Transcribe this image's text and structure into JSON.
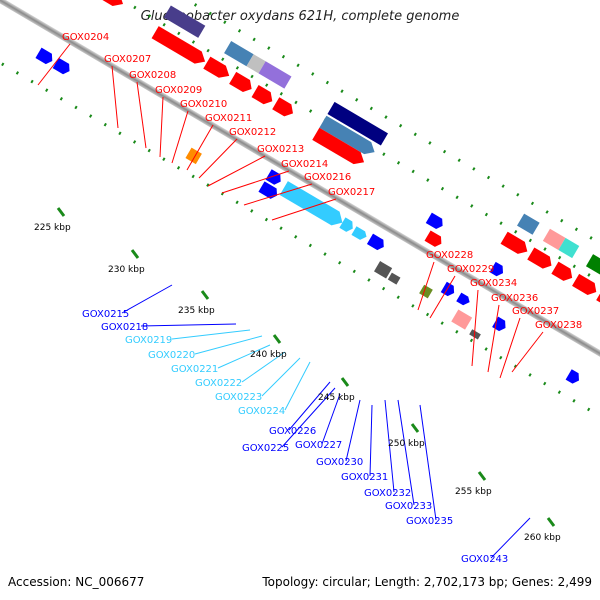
{
  "title": "Gluconobacter oxydans 621H, complete genome",
  "footer": {
    "accession": "Accession: NC_006677",
    "stats": "Topology: circular; Length: 2,702,173 bp; Genes: 2,499"
  },
  "colors": {
    "red": "#ff0000",
    "blue": "#0000ff",
    "cyan": "#33ccff",
    "olive": "#6b8e23",
    "navy": "#000080",
    "slateblue": "#483d8b",
    "steelblue": "#4682b4",
    "mediumpurple": "#9370db",
    "lightgray": "#c0c0c0",
    "darkgray": "#555555",
    "orange": "#ff8c00",
    "pink": "#ff9999",
    "turquoise": "#40e0d0",
    "green": "#008000"
  },
  "kbp_ticks": [
    {
      "text": "225 kbp"
    },
    {
      "text": "230 kbp"
    },
    {
      "text": "235 kbp"
    },
    {
      "text": "240 kbp"
    },
    {
      "text": "245 kbp"
    },
    {
      "text": "250 kbp"
    },
    {
      "text": "255 kbp"
    },
    {
      "text": "260 kbp"
    }
  ],
  "labels_top": [
    "GOX0204",
    "GOX0207",
    "GOX0208",
    "GOX0209",
    "GOX0210",
    "GOX0211",
    "GOX0212",
    "GOX0213",
    "GOX0214",
    "GOX0216",
    "GOX0217",
    "GOX0228",
    "GOX0229",
    "GOX0234",
    "GOX0236",
    "GOX0237",
    "GOX0238"
  ],
  "labels_bottom_blue": [
    "GOX0215",
    "GOX0218",
    "GOX0226",
    "GOX0225",
    "GOX0227",
    "GOX0230",
    "GOX0231",
    "GOX0232",
    "GOX0233",
    "GOX0235",
    "GOX0243"
  ],
  "labels_bottom_cyan": [
    "GOX0219",
    "GOX0220",
    "GOX0221",
    "GOX0222",
    "GOX0223",
    "GOX0224"
  ]
}
